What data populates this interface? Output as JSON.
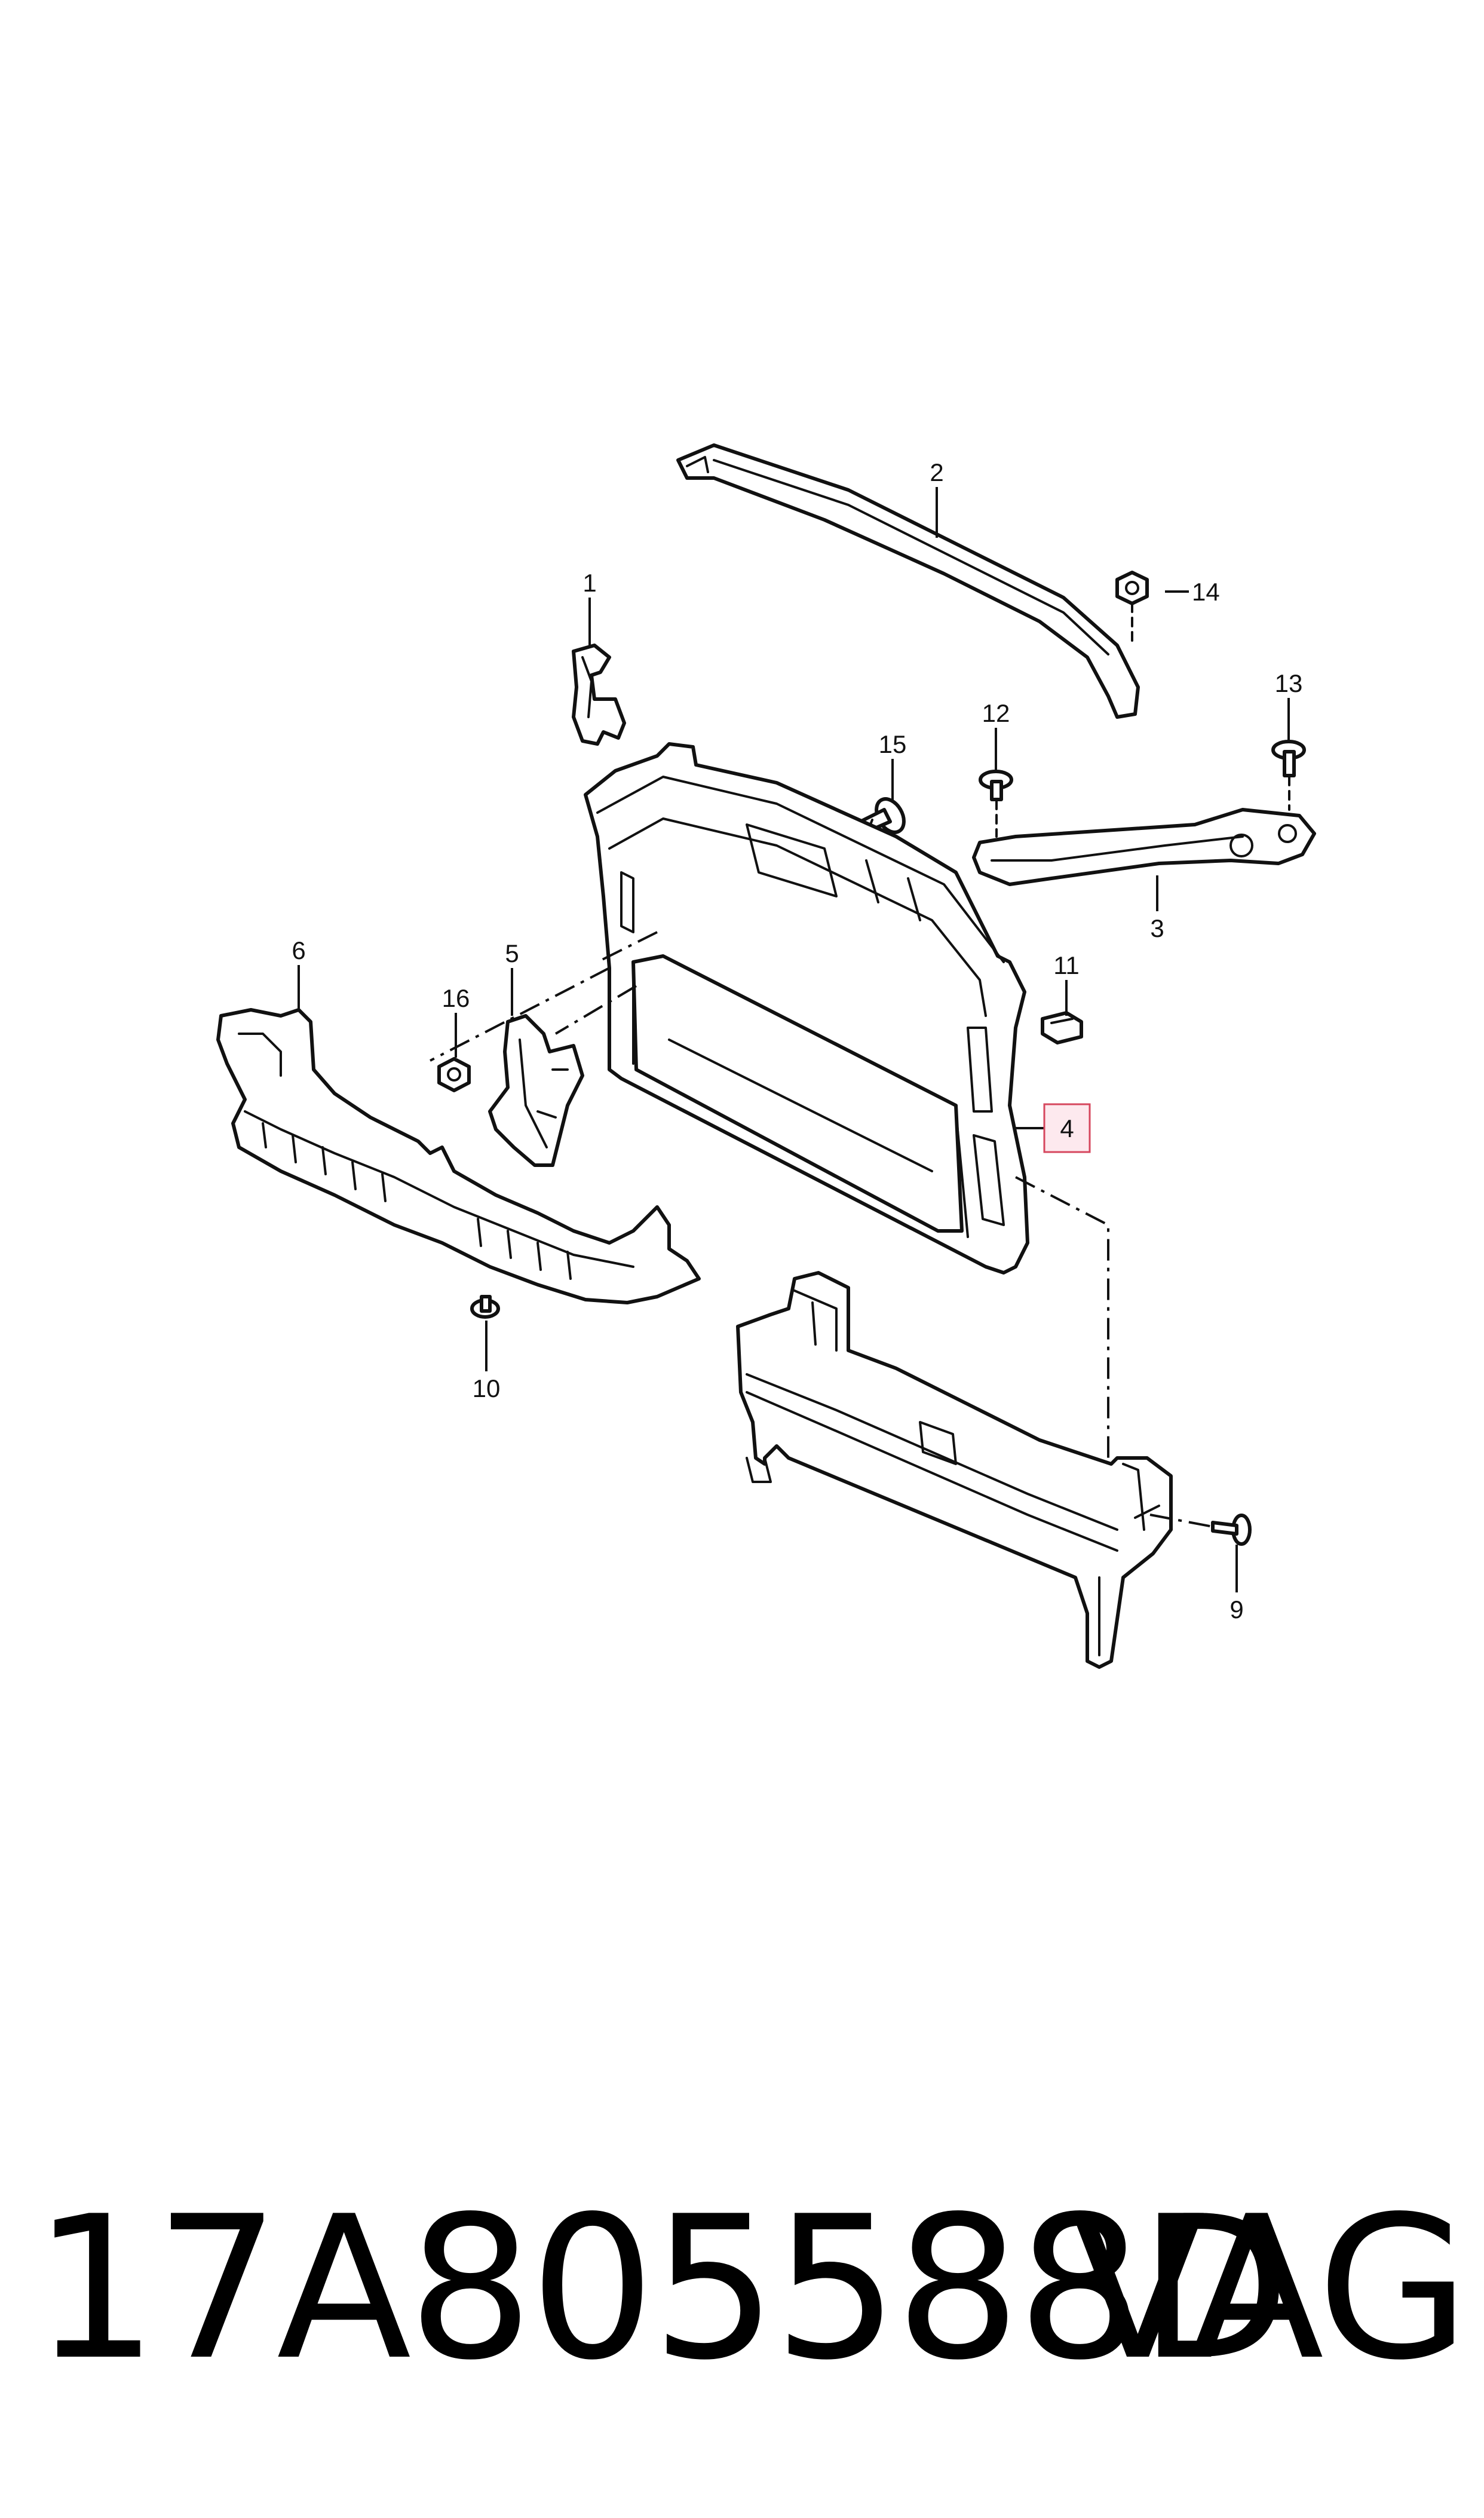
{
  "diagram": {
    "callouts": {
      "c1": "1",
      "c2": "2",
      "c3": "3",
      "c4": "4",
      "c5": "5",
      "c6": "6",
      "c9": "9",
      "c10": "10",
      "c11": "11",
      "c12": "12",
      "c13": "13",
      "c14": "14",
      "c15": "15",
      "c16": "16"
    },
    "highlighted_callout": "4",
    "highlight_color": "#d6475e"
  },
  "footer": {
    "part_number": "17A805588D",
    "brand": "VAG"
  }
}
